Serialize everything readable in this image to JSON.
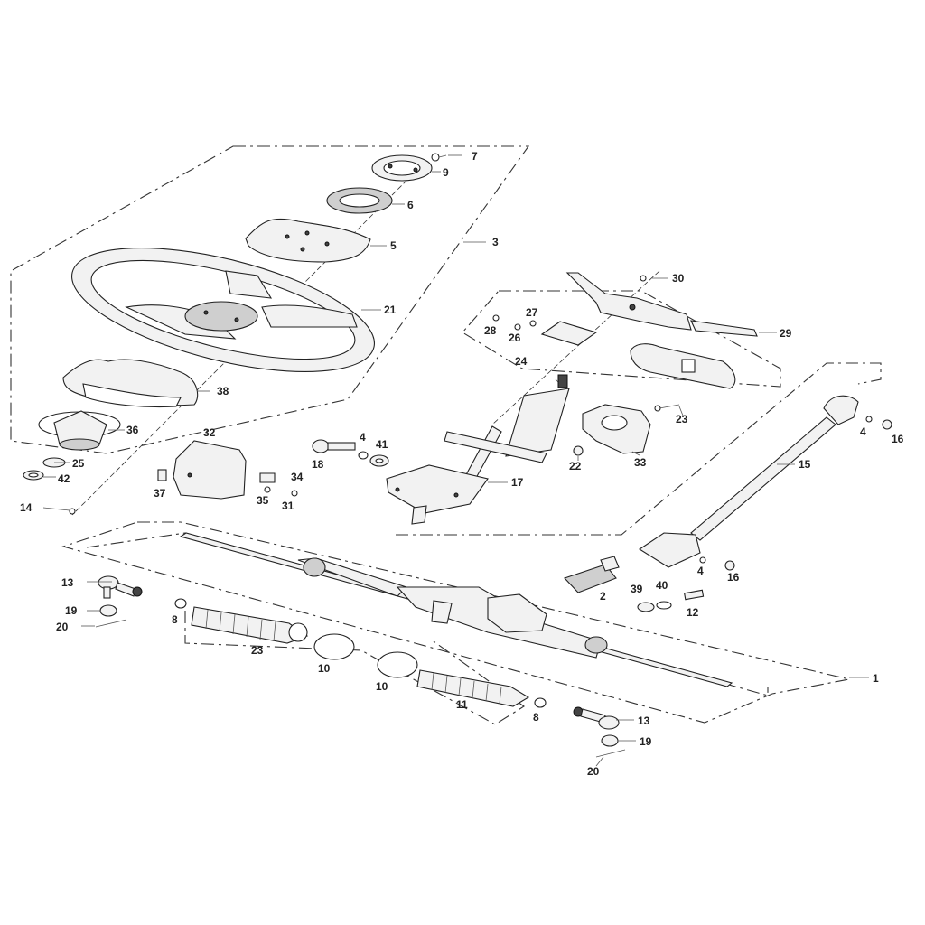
{
  "callouts": {
    "c1": "1",
    "c2": "2",
    "c3": "3",
    "c4a": "4",
    "c4b": "4",
    "c4c": "4",
    "c5": "5",
    "c6": "6",
    "c7": "7",
    "c8a": "8",
    "c8b": "8",
    "c9": "9",
    "c10a": "10",
    "c10b": "10",
    "c11": "11",
    "c12": "12",
    "c13a": "13",
    "c13b": "13",
    "c14": "14",
    "c15": "15",
    "c16a": "16",
    "c16b": "16",
    "c17": "17",
    "c18": "18",
    "c19a": "19",
    "c19b": "19",
    "c20a": "20",
    "c20b": "20",
    "c21": "21",
    "c22": "22",
    "c23a": "23",
    "c23b": "23",
    "c24": "24",
    "c25": "25",
    "c26": "26",
    "c27": "27",
    "c28": "28",
    "c29": "29",
    "c30": "30",
    "c31": "31",
    "c32": "32",
    "c33": "33",
    "c34": "34",
    "c35": "35",
    "c36": "36",
    "c37": "37",
    "c38": "38",
    "c39": "39",
    "c40": "40",
    "c41": "41",
    "c42": "42"
  }
}
